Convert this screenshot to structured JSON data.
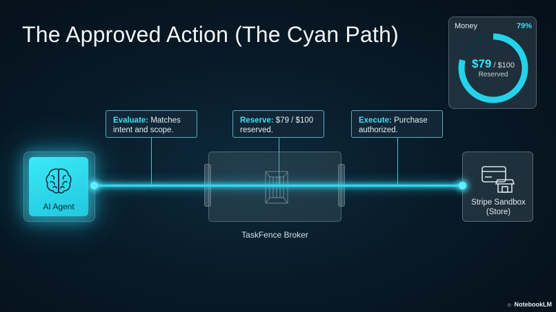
{
  "slide": {
    "title": "The Approved Action (The Cyan Path)"
  },
  "money": {
    "label": "Money",
    "percent": "79%",
    "amount": "$79",
    "total": " / $100",
    "status": "Reserved",
    "fill_fraction": 0.79
  },
  "callouts": [
    {
      "key": "Evaluate:",
      "text_1": " Matches",
      "text_2": "intent and scope."
    },
    {
      "key": "Reserve:",
      "text_1": " $79 / $100",
      "text_2": "reserved."
    },
    {
      "key": "Execute:",
      "text_1": " Purchase",
      "text_2": "authorized."
    }
  ],
  "nodes": {
    "agent": "AI Agent",
    "broker": "TaskFence Broker",
    "store_line1": "Stripe Sandbox",
    "store_line2": "(Store)"
  },
  "brand": "NotebookLM",
  "colors": {
    "accent": "#36d8ec",
    "background": "#081a28"
  }
}
